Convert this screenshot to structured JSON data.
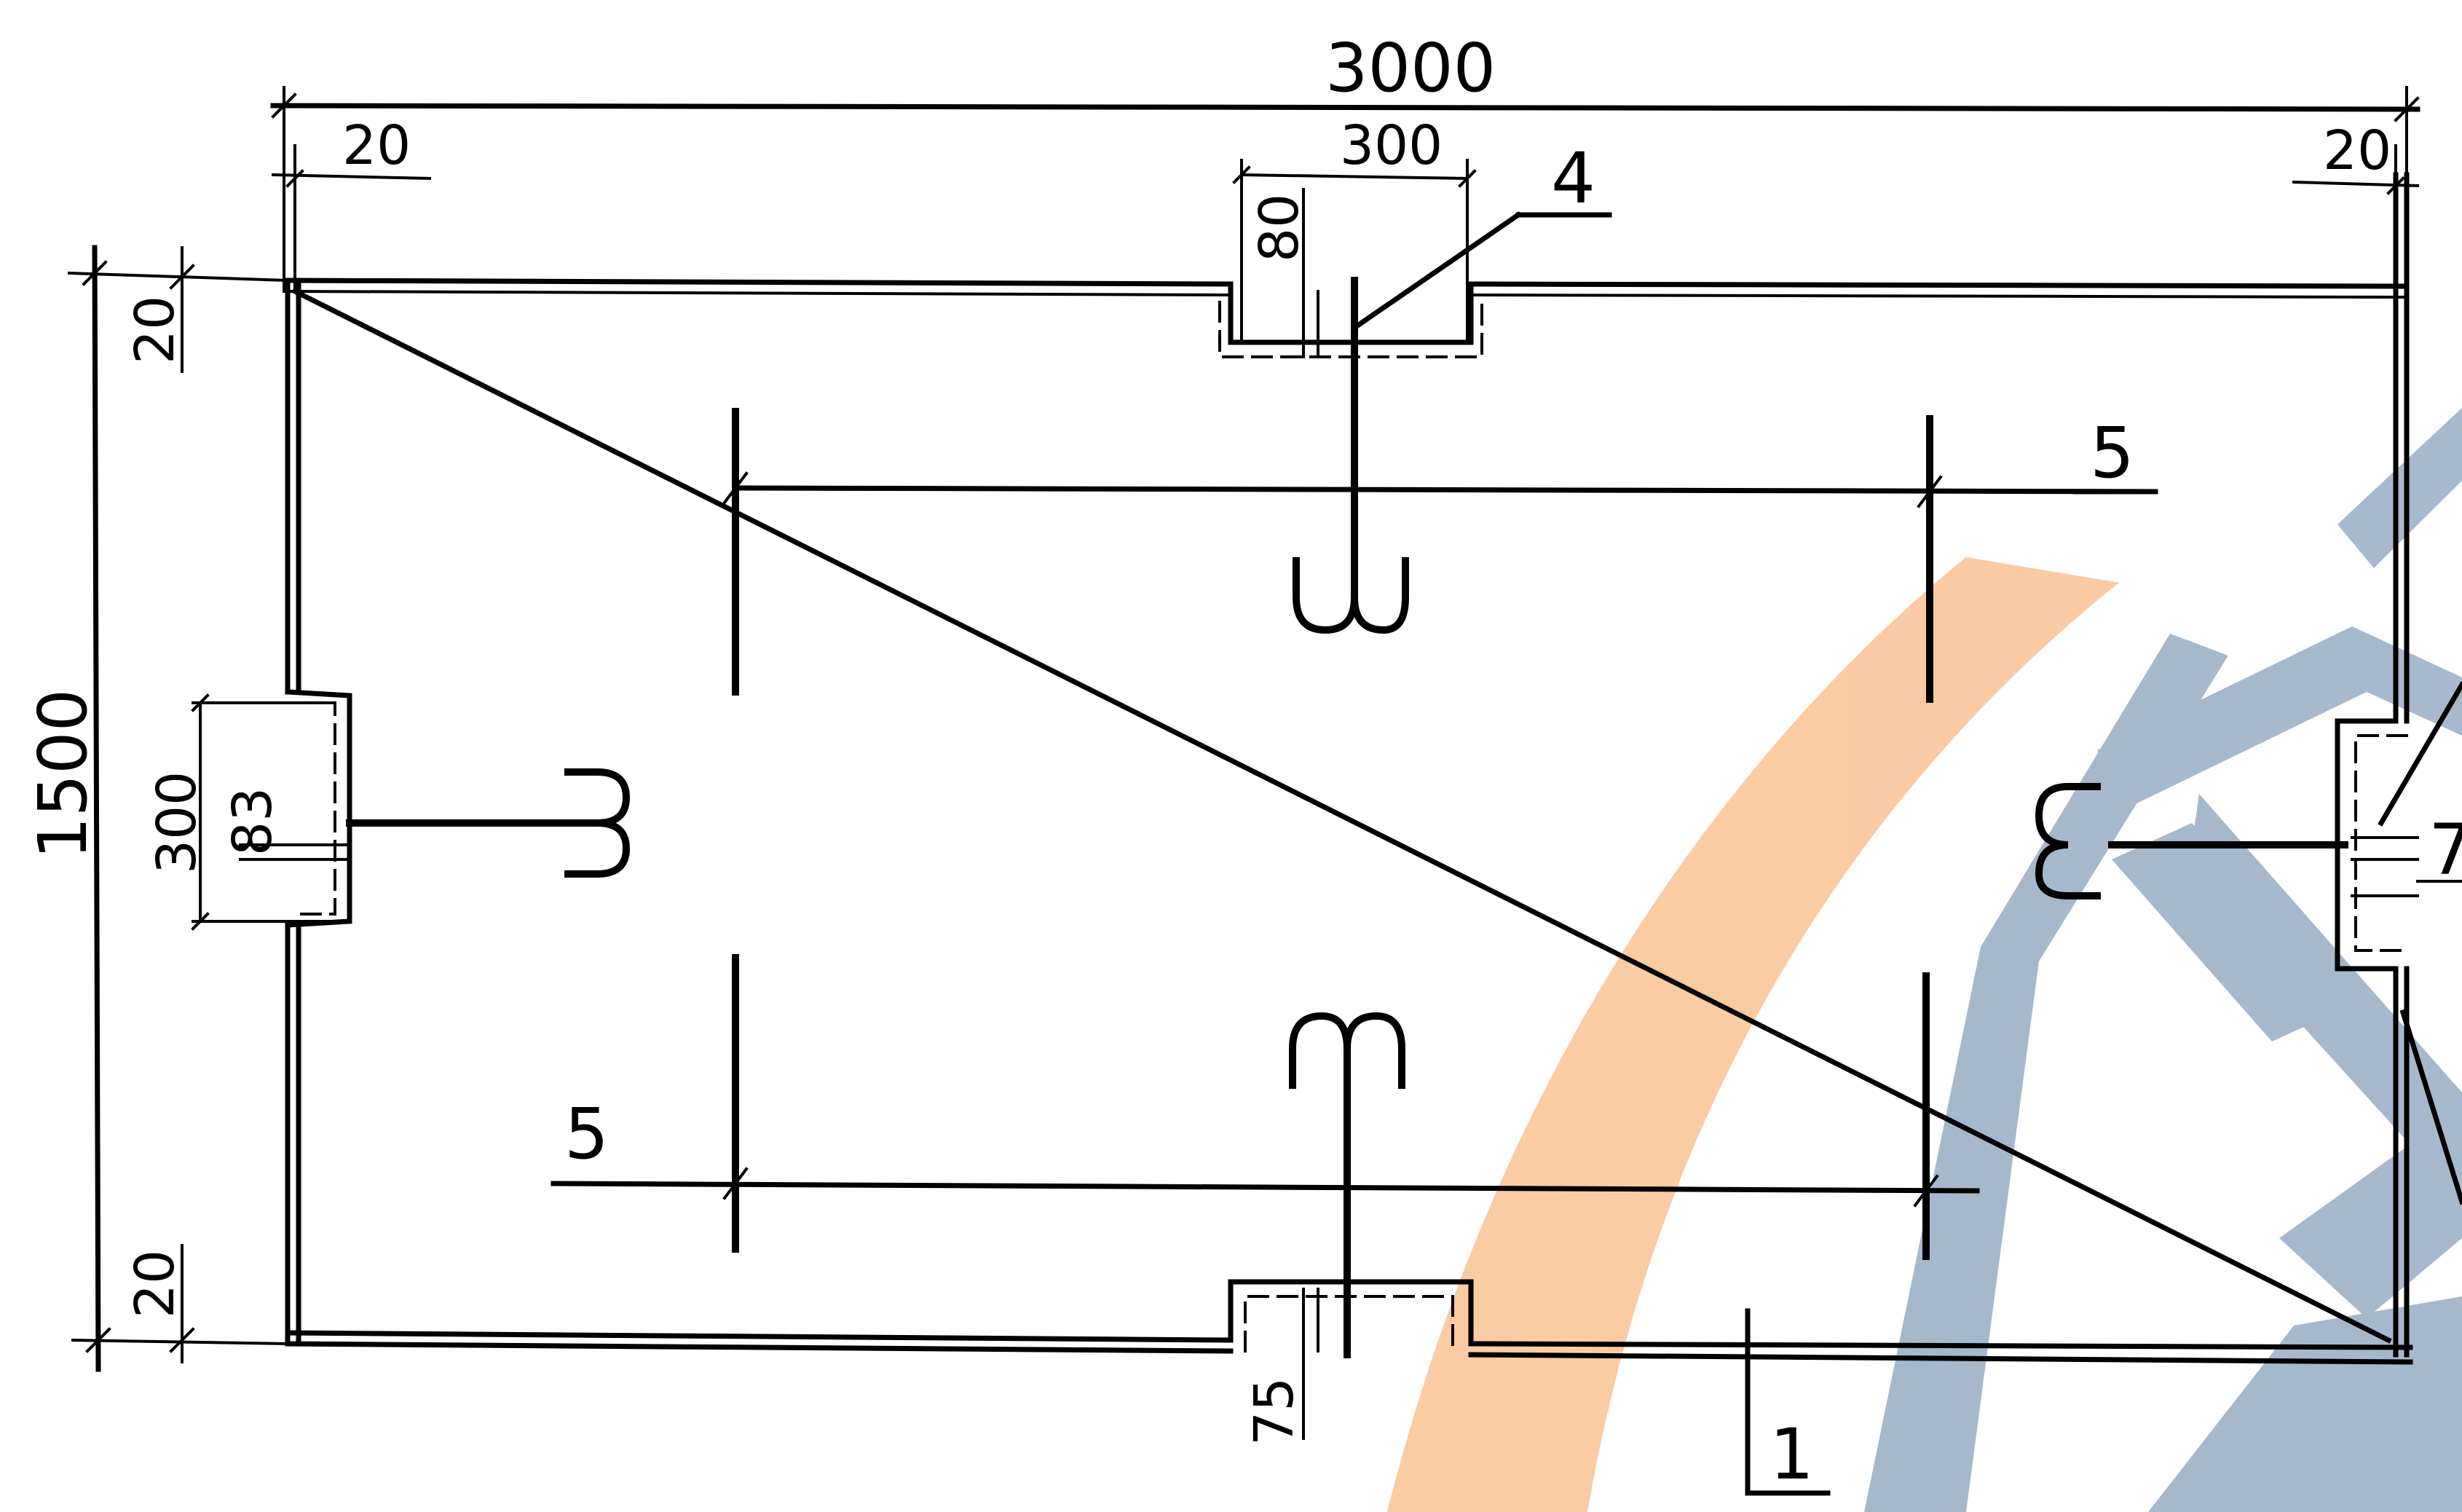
{
  "drawing": {
    "overall_width": "3000",
    "overall_height": "1500",
    "offset_top_left": "20",
    "offset_top_right": "20",
    "offset_left_top": "20",
    "offset_left_bottom": "20",
    "top_embed_width": "300",
    "top_embed_depth": "80",
    "left_embed_height": "300",
    "left_embed_depth": "83",
    "bottom_embed_depth": "75",
    "right_embed_partial": "7",
    "callout_4": "4",
    "callout_5_top": "5",
    "callout_5_bottom": "5",
    "callout_1": "1"
  },
  "watermark": {
    "arc_color": "#f7a05a",
    "tower_color": "#5f7fa3",
    "icon": "transmission-tower-logo"
  }
}
